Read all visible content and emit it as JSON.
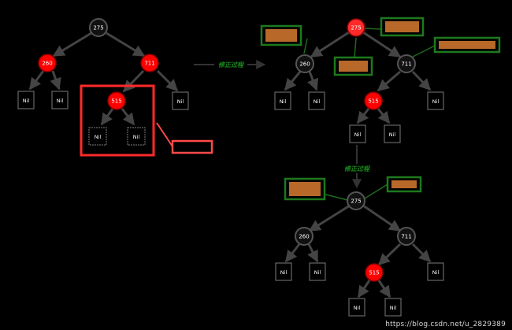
{
  "colors": {
    "background": "#000000",
    "black_node": "#111111",
    "red_node": "#ff0000",
    "edge": "#444444",
    "highlight_box": "#ff2a2a",
    "note_border": "#1c7a1c",
    "note_fill": "#b8692a",
    "step_label": "#1b8c1b"
  },
  "original_tree": {
    "nodes": [
      {
        "id": "o275",
        "label": "275",
        "color": "black"
      },
      {
        "id": "o260",
        "label": "260",
        "color": "red"
      },
      {
        "id": "o711",
        "label": "711",
        "color": "red"
      },
      {
        "id": "o515",
        "label": "515",
        "color": "red"
      }
    ],
    "nils": [
      "Nil",
      "Nil",
      "Nil",
      "Nil",
      "Nil"
    ],
    "callout_label": ""
  },
  "arrow_label": "修正过程",
  "fixed_tree_1": {
    "nodes": [
      {
        "id": "a275",
        "label": "275",
        "color": "red"
      },
      {
        "id": "a260",
        "label": "260",
        "color": "black"
      },
      {
        "id": "a711",
        "label": "711",
        "color": "black"
      },
      {
        "id": "a515",
        "label": "515",
        "color": "red"
      }
    ],
    "nils": [
      "Nil",
      "Nil",
      "Nil",
      "Nil",
      "Nil"
    ],
    "notes": [
      "",
      "",
      "",
      ""
    ]
  },
  "down_arrow_label": "修正过程",
  "fixed_tree_2": {
    "nodes": [
      {
        "id": "b275",
        "label": "275",
        "color": "black"
      },
      {
        "id": "b260",
        "label": "260",
        "color": "black"
      },
      {
        "id": "b711",
        "label": "711",
        "color": "black"
      },
      {
        "id": "b515",
        "label": "515",
        "color": "red"
      }
    ],
    "nils": [
      "Nil",
      "Nil",
      "Nil",
      "Nil",
      "Nil"
    ],
    "notes": [
      "",
      ""
    ]
  },
  "watermark": "https://blog.csdn.net/u_2829389"
}
